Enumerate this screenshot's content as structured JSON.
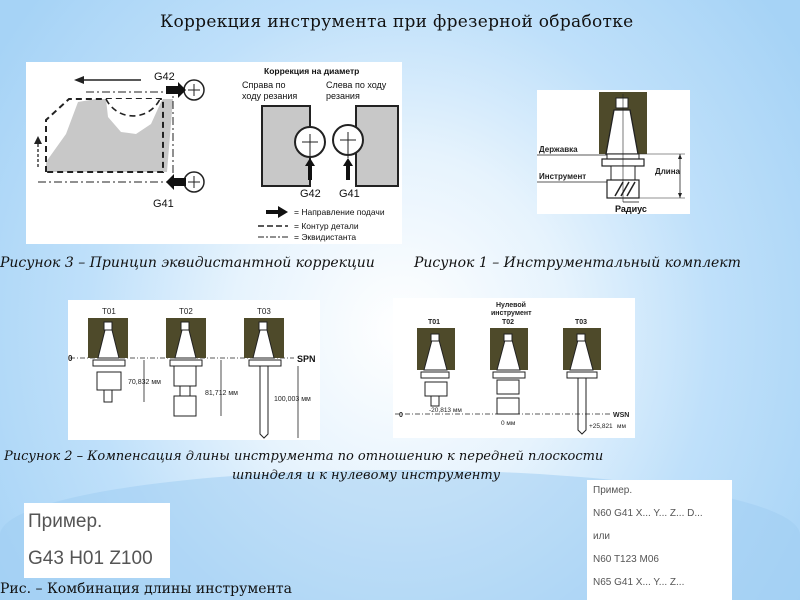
{
  "slide": {
    "title": "Коррекция инструмента при фрезерной обработке"
  },
  "figure3": {
    "caption": "Рисунок 3 – Принцип эквидистантной коррекции",
    "labels": {
      "g42_top": "G42",
      "g41_bottom": "G41",
      "diameter_heading": "Коррекция на диаметр",
      "right_line1": "Справа по",
      "right_line2": "ходу резания",
      "left_line1": "Слева по ходу",
      "left_line2": "резания",
      "g42_mid": "G42",
      "g41_mid": "G41"
    },
    "legend": [
      {
        "symbol": "arrow",
        "text": "= Направление подачи"
      },
      {
        "symbol": "dashed",
        "text": "= Контур детали"
      },
      {
        "symbol": "dash-dot",
        "text": "= Эквидистанта"
      }
    ]
  },
  "figure1": {
    "caption": "Рисунок 1 – Инструментальный комплект",
    "labels": {
      "holder": "Державка",
      "tool": "Инструмент",
      "length": "Длина",
      "radius": "Радиус"
    }
  },
  "figure2": {
    "caption_line1": "Рисунок 2 – Компенсация длины инструмента по отношению к передней плоскости",
    "caption_line2": "шпинделя и к нулевому инструменту",
    "left": {
      "zero": "0",
      "plane": "SPN",
      "tools": [
        "T01",
        "T02",
        "T03"
      ],
      "lengths": [
        "70,832 мм",
        "81,712 мм",
        "100,003 мм"
      ]
    },
    "right": {
      "zero": "0",
      "plane": "WSN",
      "zero_tool_line1": "Нулевой",
      "zero_tool_line2": "инструмент",
      "tools": [
        "T01",
        "T02",
        "T03"
      ],
      "offsets": [
        "-20,813 мм",
        "0 мм",
        "+25,821",
        "мм"
      ]
    }
  },
  "example_length": {
    "heading": "Пример.",
    "code": "G43 H01 Z100",
    "caption": "Рис. – Комбинация длины инструмента"
  },
  "example_radius": {
    "lines": [
      "Пример.",
      "N60 G41 X... Y... Z... D...",
      "или",
      "N60 T123 M06",
      "N65 G41 X... Y... Z..."
    ]
  },
  "colors": {
    "spindle": "#4e4a2a",
    "part_fill": "#c8c8c8"
  }
}
